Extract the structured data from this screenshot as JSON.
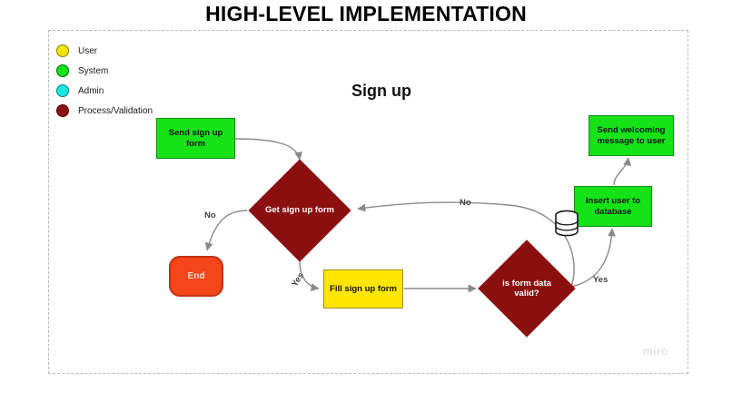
{
  "page": {
    "title": "HIGH-LEVEL IMPLEMENTATION",
    "watermark": "miro"
  },
  "diagram": {
    "heading": "Sign up",
    "legend": {
      "items": [
        {
          "label": "User",
          "color": "#F2E40C",
          "icon": "legend-dot-user"
        },
        {
          "label": "System",
          "color": "#15E318",
          "icon": "legend-dot-system"
        },
        {
          "label": "Admin",
          "color": "#18E8E0",
          "icon": "legend-dot-admin"
        },
        {
          "label": "Process/Validation",
          "color": "#8B0F0F",
          "icon": "legend-dot-process"
        }
      ]
    },
    "nodes": [
      {
        "id": "send-sign-up-form",
        "type": "process",
        "label": "Send sign up form",
        "color": "#15E318"
      },
      {
        "id": "get-sign-up-form",
        "type": "decision",
        "label": "Get sign up form",
        "color": "#8B0F0F"
      },
      {
        "id": "end",
        "type": "terminator",
        "label": "End",
        "color": "#F4451B"
      },
      {
        "id": "fill-sign-up-form",
        "type": "input",
        "label": "Fill sign up form",
        "color": "#FFE600"
      },
      {
        "id": "is-form-data-valid",
        "type": "decision",
        "label": "is form data valid?",
        "color": "#8B0F0F"
      },
      {
        "id": "insert-user-to-database",
        "type": "process",
        "label": "Insert user to database",
        "color": "#15E318"
      },
      {
        "id": "send-welcoming-message",
        "type": "process",
        "label": "Send welcoming message to user",
        "color": "#15E318"
      }
    ],
    "edge_labels": {
      "get_form_no": "No",
      "get_form_yes": "Yes",
      "valid_no": "No",
      "valid_yes": "Yes"
    },
    "icons": {
      "database": "database-icon"
    }
  }
}
